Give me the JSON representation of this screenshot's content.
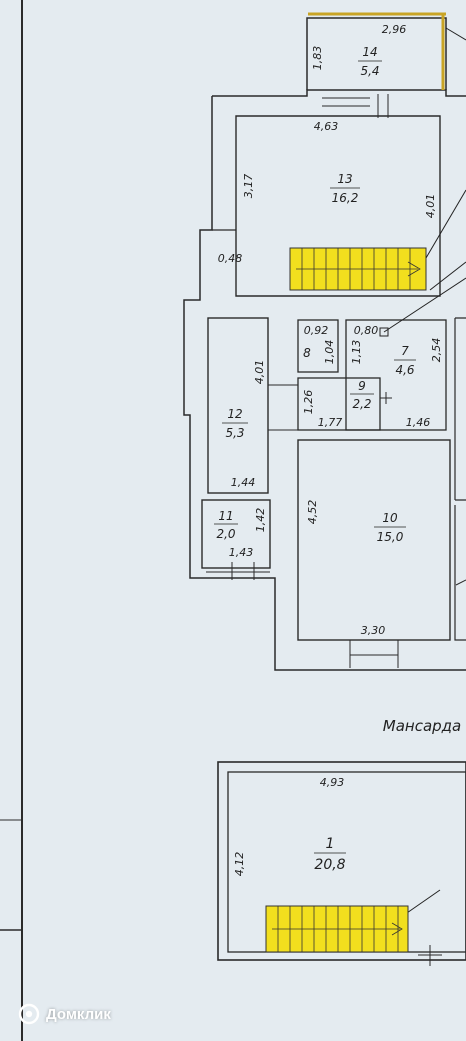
{
  "floor_labels": {
    "attic": "Мансарда"
  },
  "rooms": [
    {
      "id": "14",
      "num": "14",
      "area": "5,4"
    },
    {
      "id": "13",
      "num": "13",
      "area": "16,2"
    },
    {
      "id": "12",
      "num": "12",
      "area": "5,3"
    },
    {
      "id": "11",
      "num": "11",
      "area": "2,0"
    },
    {
      "id": "10",
      "num": "10",
      "area": "15,0"
    },
    {
      "id": "9",
      "num": "9",
      "area": "2,2"
    },
    {
      "id": "8",
      "num": "8",
      "area": ""
    },
    {
      "id": "7",
      "num": "7",
      "area": "4,6"
    },
    {
      "id": "1",
      "num": "1",
      "area": "20,8"
    }
  ],
  "dimensions": {
    "d_2_96": "2,96",
    "d_1_83": "1,83",
    "d_4_63": "4,63",
    "d_3_17": "3,17",
    "d_4_01_a": "4,01",
    "d_0_48": "0,48",
    "d_0_92": "0,92",
    "d_1_04": "1,04",
    "d_0_80": "0,80",
    "d_1_13": "1,13",
    "d_2_54": "2,54",
    "d_4_01_b": "4,01",
    "d_1_26": "1,26",
    "d_1_77": "1,77",
    "d_1_46": "1,46",
    "d_1_44": "1,44",
    "d_1_42": "1,42",
    "d_1_43": "1,43",
    "d_4_52": "4,52",
    "d_3_30": "3,30",
    "d_4_93": "4,93",
    "d_4_12": "4,12"
  },
  "colors": {
    "stair": "#f2df1e",
    "wall": "#2a2a2a",
    "paper": "#e4ebf0"
  },
  "watermark": {
    "text": "Домклик",
    "icon": "domclick-logo-icon"
  }
}
